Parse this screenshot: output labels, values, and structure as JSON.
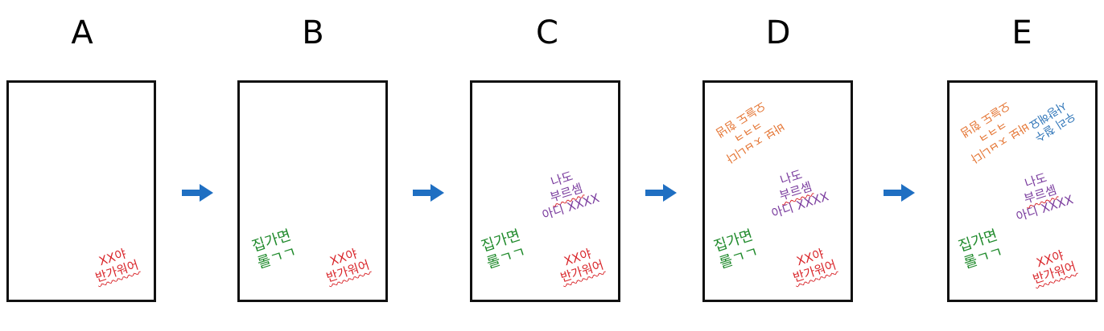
{
  "panels": [
    {
      "label": "A"
    },
    {
      "label": "B"
    },
    {
      "label": "C"
    },
    {
      "label": "D"
    },
    {
      "label": "E"
    }
  ],
  "notes": {
    "red": {
      "line1": "XX야",
      "line2": "반가워어"
    },
    "green": {
      "line1": "집가면",
      "line2": "롤ㄱㄱ"
    },
    "purple": {
      "line1": "나도",
      "line2": "부르셈",
      "line3": "아디 XXXX"
    },
    "orange": {
      "line1": "바보 ㅈㅂ니다",
      "line2": "ㅋㅋㅋ",
      "line3": "오늘도 힘냄"
    },
    "blue": {
      "line1": "우리 철수",
      "line2": "사랑해요"
    }
  },
  "colors": {
    "red": "#d9262b",
    "green": "#1f8a2b",
    "purple": "#7a3c9e",
    "orange": "#e4722f",
    "blue": "#2c73b7",
    "arrow": "#1f6fc2",
    "border": "#111111"
  },
  "icons": [
    "right-arrow-icon"
  ]
}
